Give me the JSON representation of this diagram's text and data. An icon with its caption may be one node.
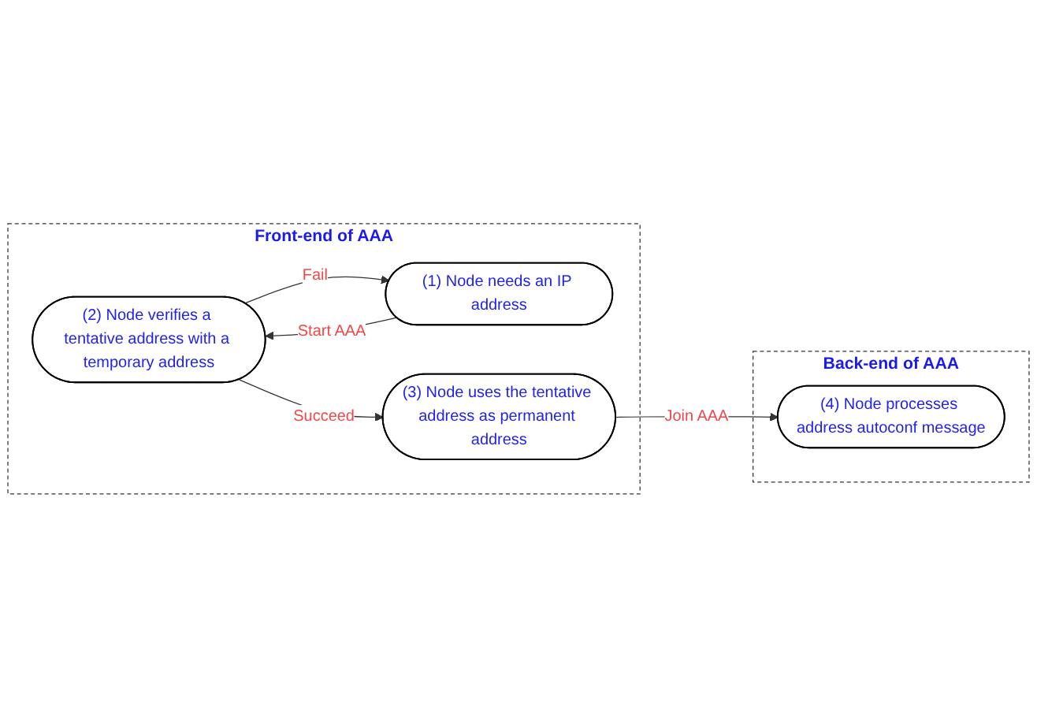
{
  "diagram": {
    "nodes": [
      {
        "text": [
          "Front-end of AAA"
        ]
      },
      {
        "text": [
          "(2) Node verifies a tentative address with a temporary address"
        ],
        "in": 0
      },
      {
        "text": [
          "(1) Node needs an IP address"
        ],
        "in": 0
      },
      {
        "text": [
          "(3) Node uses the tentative address as permanent address"
        ],
        "in": 0
      },
      {
        "text": [
          "Back-end of AAA"
        ]
      },
      {
        "text": [
          "(4) Node processes address autoconf message"
        ],
        "in": 4
      }
    ],
    "edges": [
      {
        "from": 2,
        "to": 1,
        "arrow": "to",
        "label": "Start AAA"
      },
      {
        "from": 1,
        "to": 2,
        "arrow": "to",
        "label": "Fail"
      },
      {
        "from": 1,
        "to": 3,
        "arrow": "to",
        "label": "Succeed"
      },
      {
        "from": 3,
        "to": 5,
        "arrow": "to",
        "label": "Join AAA"
      }
    ]
  }
}
